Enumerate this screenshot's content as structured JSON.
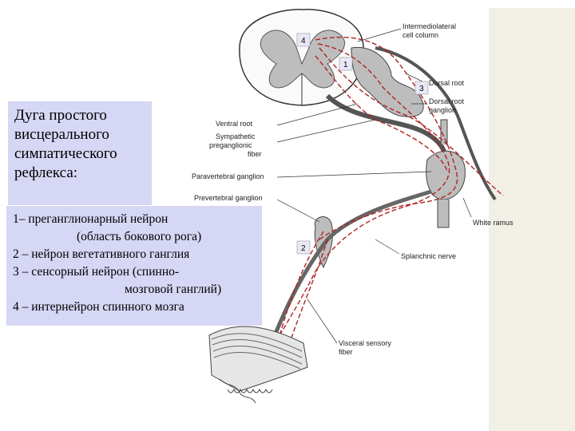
{
  "title": {
    "lines": [
      "Дуга простого",
      "висцерального",
      "симпатического",
      "рефлекса:"
    ]
  },
  "legend": {
    "item1a": "1– преганглионарный нейрон",
    "item1b": "(область бокового рога)",
    "item2": "2 – нейрон вегетативного ганглия",
    "item3a": "3 – сенсорный нейрон (спинно-",
    "item3b": "мозговой ганглий)",
    "item4": "4 – интернейрон спинного мозга"
  },
  "labels": {
    "intermediolateral": "Intermediolateral",
    "cell_column": "cell column",
    "dorsal_root": "Dorsal root",
    "dorsal_root_ganglion_1": "Dorsal root",
    "dorsal_root_ganglion_2": "ganglion",
    "ventral_root": "Ventral root",
    "sympathetic_1": "Sympathetic",
    "sympathetic_2": "preganglionic",
    "sympathetic_3": "fiber",
    "paravertebral": "Paravertebral ganglion",
    "prevertebral": "Prevertebral ganglion",
    "white_ramus": "White ramus",
    "splanchnic": "Splanchnic nerve",
    "visceral_1": "Visceral sensory",
    "visceral_2": "fiber"
  },
  "markers": [
    "1",
    "2",
    "3",
    "4"
  ],
  "colors": {
    "box": "#d6d6f5",
    "nerve": "#b22222",
    "gray_matter": "#bdbdbd"
  }
}
